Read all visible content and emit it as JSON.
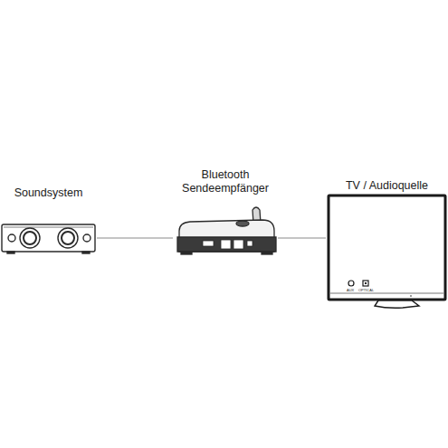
{
  "diagram": {
    "nodes": [
      {
        "text": [
          "Soundsystem"
        ]
      },
      {
        "text": [
          "Bluetooth Sendeempfänger"
        ]
      },
      {
        "text": [
          "TV / Audioquelle"
        ]
      }
    ],
    "edges": [
      {
        "from": 0,
        "to": 1,
        "arrow": "none"
      },
      {
        "from": 1,
        "to": 2,
        "arrow": "none"
      }
    ],
    "labels": [
      "AUX",
      "OPTICAL"
    ]
  }
}
